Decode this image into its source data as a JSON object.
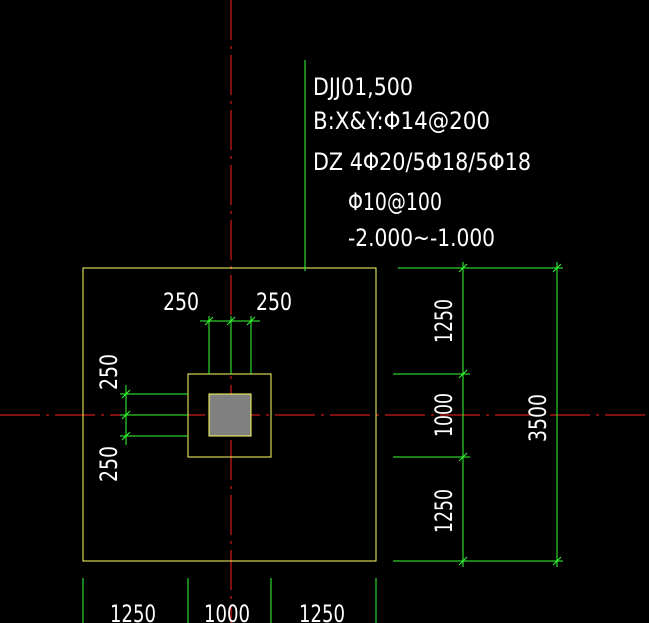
{
  "annotation": {
    "line1": "DJJ01,500",
    "line2": "B:X&Y:Φ14@200",
    "line3": "DZ 4Φ20/5Φ18/5Φ18",
    "line4": "Φ10@100",
    "line5": "-2.000~-1.000"
  },
  "dimensions": {
    "top_left": "250",
    "top_right": "250",
    "left_top": "250",
    "left_bottom": "250",
    "right_top": "1250",
    "right_mid": "1000",
    "right_bottom": "1250",
    "right_total": "3500",
    "bottom_left": "1250",
    "bottom_mid": "1000",
    "bottom_right": "1250"
  },
  "colors": {
    "background": "#000000",
    "axis": "#ff2020",
    "outline": "#ffff66",
    "dimension": "#33ff33",
    "text": "#ffffff",
    "column_fill": "#808080"
  }
}
